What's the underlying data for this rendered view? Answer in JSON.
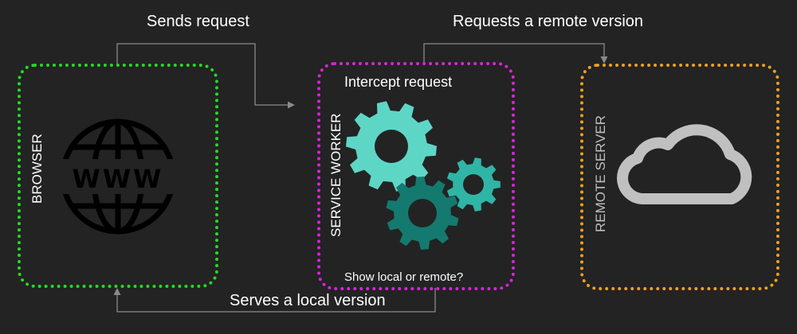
{
  "flow_labels": {
    "sends_request": "Sends request",
    "requests_remote": "Requests a remote version",
    "serves_local": "Serves a local version"
  },
  "browser": {
    "label": "BROWSER",
    "border_color": "#22dd22",
    "globe_text": "WWW",
    "icon": "globe-www-icon"
  },
  "service_worker": {
    "label": "SERVICE WORKER",
    "title": "Intercept request",
    "question": "Show local or remote?",
    "border_color": "#dd22dd",
    "icon": "gears-icon",
    "gear_colors": [
      "#5ed6c6",
      "#147a70",
      "#2fb5a6"
    ]
  },
  "remote_server": {
    "label": "REMOTE SERVER",
    "border_color": "#f0a020",
    "icon": "cloud-icon",
    "cloud_color": "#c0c0c0"
  },
  "connector_color": "#8a8a8a"
}
